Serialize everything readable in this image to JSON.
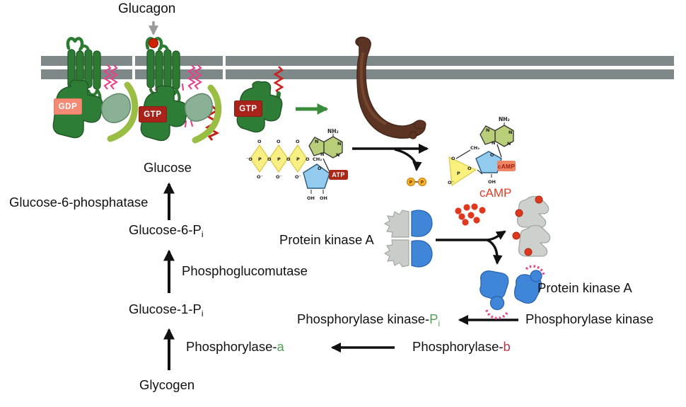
{
  "labels": {
    "glucagon": "Glucagon",
    "gdp": "GDP",
    "gtp_membrane": "GTP",
    "gtp_free": "GTP",
    "camp_free_text": "cAMP",
    "pka_holo": "Protein kinase A",
    "pka_active": "Protein kinase A"
  },
  "molecules": {
    "atp": {
      "badge": "ATP",
      "nh2": "NH₂",
      "n": "N",
      "o_minus_left": "⁻O",
      "p": "P",
      "o": "O",
      "o_minus": "O⁻",
      "ch2": "CH₂",
      "ring_o": "O",
      "oh": "OH"
    },
    "camp": {
      "badge": "cAMP",
      "nh2": "NH₂",
      "n": "N",
      "p": "P",
      "o": "O",
      "o_minus": "O⁻",
      "ch2": "CH₂",
      "ring_o": "O",
      "oh": "OH"
    },
    "pyrophosphate": {
      "p": "P"
    }
  },
  "pathway": {
    "glucose": "Glucose",
    "g6pase": "Glucose-6-phosphatase",
    "g6p": "Glucose-6-P",
    "g6p_sub": "i",
    "pgm": "Phosphoglucomutase",
    "g1p": "Glucose-1-P",
    "g1p_sub": "i",
    "glycogen": "Glycogen",
    "phos_a": "Phosphorylase-",
    "phos_a_suffix": "a",
    "phos_b": "Phosphorylase-",
    "phos_b_suffix": "b",
    "phk_p": "Phosphorylase kinase-",
    "phk_p_suffix": "P",
    "phk_p_sub": "i",
    "phk": "Phosphorylase kinase"
  },
  "colors": {
    "membrane": "#7e8888",
    "receptor_green": "#2d7b33",
    "g_beta_sage": "#8ab096",
    "g_gamma_yellowgreen": "#9abd44",
    "adenylyl_cyclase_brown": "#5b3424",
    "gdp_badge": "#f28a76",
    "gtp_badge": "#a8241a",
    "camp_red": "#e23b22",
    "pka_blue": "#3f86d9",
    "regulatory_gray": "#cdd1cd",
    "pink_anchor": "#e8418c",
    "green_letter": "#55a055",
    "crimson_letter": "#b5374a",
    "arrow_green": "#3a8c3a"
  }
}
